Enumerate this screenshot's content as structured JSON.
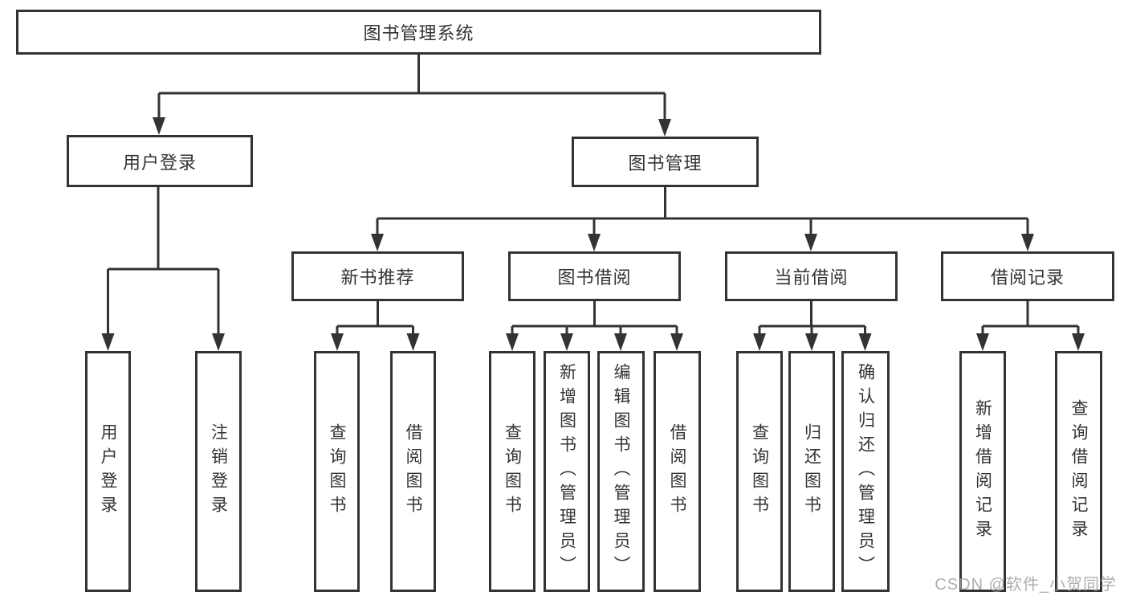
{
  "diagram": {
    "root": "图书管理系统",
    "user_login": {
      "label": "用户登录",
      "leaves": [
        "用户登录",
        "注销登录"
      ]
    },
    "book_management": {
      "label": "图书管理",
      "groups": [
        {
          "label": "新书推荐",
          "leaves": [
            "查询图书",
            "借阅图书"
          ]
        },
        {
          "label": "图书借阅",
          "leaves": [
            "查询图书",
            "新增图书（管理员）",
            "编辑图书（管理员）",
            "借阅图书"
          ]
        },
        {
          "label": "当前借阅",
          "leaves": [
            "查询图书",
            "归还图书",
            "确认归还（管理员）"
          ]
        },
        {
          "label": "借阅记录",
          "leaves": [
            "新增借阅记录",
            "查询借阅记录"
          ]
        }
      ]
    }
  },
  "watermark": "CSDN @软件_小贺同学",
  "colors": {
    "line": "#333333",
    "box_border": "#333333",
    "text": "#333333",
    "watermark": "#a0a0a0",
    "background": "#ffffff"
  }
}
